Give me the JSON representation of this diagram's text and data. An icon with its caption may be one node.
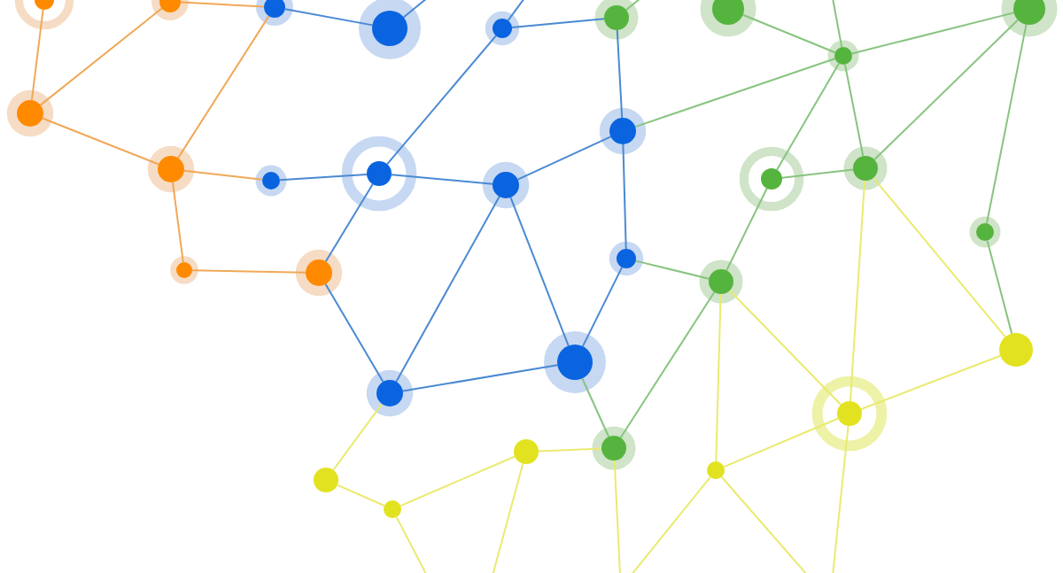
{
  "diagram": {
    "nodes": [
      {
        "text": [],
        "shape": "circle"
      },
      {
        "text": [],
        "shape": "circle"
      },
      {
        "text": [],
        "shape": "circle"
      },
      {
        "text": [],
        "shape": "circle"
      },
      {
        "text": [],
        "shape": "circle"
      },
      {
        "text": [],
        "shape": "circle"
      },
      {
        "text": [],
        "shape": "circle"
      },
      {
        "text": [],
        "shape": "circle"
      },
      {
        "text": [],
        "shape": "circle"
      },
      {
        "text": [],
        "shape": "circle"
      },
      {
        "text": [],
        "shape": "circle"
      },
      {
        "text": [],
        "shape": "circle"
      },
      {
        "text": [],
        "shape": "circle"
      },
      {
        "text": [],
        "shape": "circle"
      },
      {
        "text": [],
        "shape": "circle"
      },
      {
        "text": [],
        "shape": "circle"
      },
      {
        "text": [],
        "shape": "circle"
      },
      {
        "text": [],
        "shape": "circle"
      },
      {
        "text": [],
        "shape": "circle"
      },
      {
        "text": [],
        "shape": "circle"
      },
      {
        "text": [],
        "shape": "circle"
      },
      {
        "text": [],
        "shape": "circle"
      },
      {
        "text": [],
        "shape": "circle"
      },
      {
        "text": [],
        "shape": "circle"
      },
      {
        "text": [],
        "shape": "circle"
      },
      {
        "text": [],
        "shape": "circle"
      },
      {
        "text": [],
        "shape": "circle"
      },
      {
        "text": [],
        "shape": "circle"
      },
      {
        "text": [],
        "shape": "circle"
      },
      {
        "text": [],
        "shape": "circle"
      },
      {
        "text": [],
        "shape": "circle"
      }
    ],
    "edges": [
      {
        "from": 0,
        "to": 9,
        "arrow": "none",
        "color": "#f0a858"
      },
      {
        "from": 1,
        "to": 9,
        "arrow": "none",
        "color": "#f0a858"
      },
      {
        "from": 1,
        "to": 2,
        "arrow": "none",
        "color": "#f0a858"
      },
      {
        "from": 9,
        "to": 12,
        "arrow": "none",
        "color": "#f0a858"
      },
      {
        "from": 12,
        "to": 2,
        "arrow": "none",
        "color": "#f0a858"
      },
      {
        "from": 12,
        "to": 19,
        "arrow": "none",
        "color": "#f0a858"
      },
      {
        "from": 19,
        "to": 20,
        "arrow": "none",
        "color": "#f0a858"
      },
      {
        "from": 12,
        "to": 15,
        "arrow": "none",
        "color": "#f0a858"
      },
      {
        "from": 2,
        "to": 6,
        "arrow": "none"
      },
      {
        "from": 6,
        "to": null,
        "arrow": "none"
      },
      {
        "from": 7,
        "to": null,
        "arrow": "none"
      },
      {
        "from": 7,
        "to": 5,
        "arrow": "none"
      },
      {
        "from": 7,
        "to": 13,
        "arrow": "none"
      },
      {
        "from": 15,
        "to": 13,
        "arrow": "none"
      },
      {
        "from": 13,
        "to": 16,
        "arrow": "none"
      },
      {
        "from": 16,
        "to": 10,
        "arrow": "none"
      },
      {
        "from": 10,
        "to": 5,
        "arrow": "none"
      },
      {
        "from": 10,
        "to": 18,
        "arrow": "none"
      },
      {
        "from": 16,
        "to": 24,
        "arrow": "none"
      },
      {
        "from": 16,
        "to": 23,
        "arrow": "none"
      },
      {
        "from": 18,
        "to": 23,
        "arrow": "none"
      },
      {
        "from": 24,
        "to": 23,
        "arrow": "none"
      },
      {
        "from": 20,
        "to": 13,
        "arrow": "none"
      },
      {
        "from": 20,
        "to": 24,
        "arrow": "none"
      },
      {
        "from": 10,
        "to": 8,
        "arrow": "none",
        "color": "#88c480"
      },
      {
        "from": 18,
        "to": 21,
        "arrow": "none",
        "color": "#88c480"
      },
      {
        "from": 23,
        "to": 26,
        "arrow": "none",
        "color": "#88c480"
      },
      {
        "from": 5,
        "to": null,
        "arrow": "none",
        "color": "#88c480"
      },
      {
        "from": 3,
        "to": 8,
        "arrow": "none",
        "color": "#88c480"
      },
      {
        "from": 8,
        "to": 4,
        "arrow": "none",
        "color": "#88c480"
      },
      {
        "from": 8,
        "to": null,
        "arrow": "none",
        "color": "#88c480"
      },
      {
        "from": 8,
        "to": 14,
        "arrow": "none",
        "color": "#88c480"
      },
      {
        "from": 8,
        "to": 11,
        "arrow": "none",
        "color": "#88c480"
      },
      {
        "from": 4,
        "to": 11,
        "arrow": "none",
        "color": "#88c480"
      },
      {
        "from": 4,
        "to": 17,
        "arrow": "none",
        "color": "#88c480"
      },
      {
        "from": 14,
        "to": 11,
        "arrow": "none",
        "color": "#88c480"
      },
      {
        "from": 14,
        "to": 21,
        "arrow": "none",
        "color": "#88c480"
      },
      {
        "from": 17,
        "to": 22,
        "arrow": "none",
        "color": "#88c480"
      },
      {
        "from": 21,
        "to": 26,
        "arrow": "none",
        "color": "#88c480"
      },
      {
        "from": 26,
        "to": null,
        "arrow": "none",
        "color": "#eaea70"
      },
      {
        "from": 24,
        "to": 29,
        "arrow": "none",
        "color": "#eaea70"
      },
      {
        "from": 11,
        "to": 25,
        "arrow": "none",
        "color": "#eaea70"
      },
      {
        "from": 11,
        "to": 22,
        "arrow": "none",
        "color": "#eaea70"
      },
      {
        "from": 21,
        "to": 28,
        "arrow": "none",
        "color": "#eaea70"
      },
      {
        "from": 21,
        "to": 25,
        "arrow": "none",
        "color": "#eaea70"
      },
      {
        "from": 26,
        "to": 27,
        "arrow": "none",
        "color": "#eaea70"
      },
      {
        "from": 22,
        "to": 25,
        "arrow": "none",
        "color": "#eaea70"
      },
      {
        "from": 25,
        "to": 28,
        "arrow": "none",
        "color": "#eaea70"
      },
      {
        "from": 25,
        "to": null,
        "arrow": "none",
        "color": "#eaea70"
      },
      {
        "from": 28,
        "to": null,
        "arrow": "none",
        "color": "#eaea70"
      },
      {
        "from": 28,
        "to": null,
        "arrow": "none",
        "color": "#eaea70"
      },
      {
        "from": 27,
        "to": 30,
        "arrow": "none",
        "color": "#eaea70"
      },
      {
        "from": 27,
        "to": null,
        "arrow": "none",
        "color": "#eaea70"
      },
      {
        "from": 29,
        "to": 30,
        "arrow": "none",
        "color": "#eaea70"
      },
      {
        "from": 30,
        "to": null,
        "arrow": "none",
        "color": "#eaea70"
      }
    ]
  }
}
